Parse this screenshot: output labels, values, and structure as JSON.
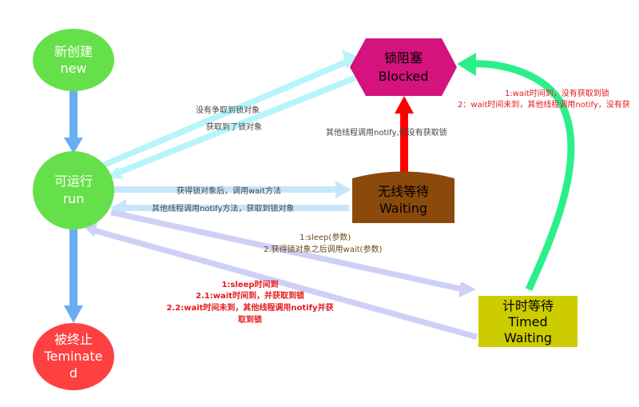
{
  "nodes": {
    "new": {
      "line1": "新创建",
      "line2": "new"
    },
    "run": {
      "line1": "可运行",
      "line2": "run"
    },
    "terminated": {
      "line1": "被终止",
      "line2": "Teminate",
      "line3": "d"
    },
    "blocked": {
      "line1": "锁阻塞",
      "line2": "Blocked"
    },
    "waiting": {
      "line1": "无线等待",
      "line2": "Waiting"
    },
    "timed": {
      "line1": "计时等待",
      "line2": "Timed",
      "line3": "Waiting"
    }
  },
  "edges": {
    "run_to_blocked": "没有争取到锁对象",
    "blocked_to_run": "获取到了锁对象",
    "run_to_waiting": "获得锁对象后，调用wait方法",
    "waiting_to_run": "其他线程调用notify方法，获取到锁对象",
    "waiting_to_blocked": "其他线程调用notify,但没有获取锁",
    "run_to_timed": {
      "line1": "1:sleep(参数)",
      "line2": "2.获得锁对象之后调用wait(参数)"
    },
    "timed_to_run": {
      "line1": "1:sleep时间到",
      "line2": "2.1:wait时间到，并获取到锁",
      "line3": "2.2:wait时间未到，其他线程调用notify并获",
      "line4": "取到锁"
    },
    "timed_to_blocked": {
      "line1": "1:wait时间到，没有获取到锁",
      "line2": "2：wait时间未到，其他线程调用notify，没有获"
    }
  },
  "colors": {
    "new": "#66e04a",
    "run": "#66e04a",
    "terminated": "#ff4040",
    "blocked": "#d4137f",
    "waiting": "#8b4a0c",
    "timed": "#cccc00",
    "arrow_blue": "#6aaef2",
    "arrow_lightblue": "#c7e6fb",
    "arrow_cyan": "#b7f5f9",
    "arrow_red": "#ff0000",
    "arrow_green": "#2bf08a",
    "arrow_lavender": "#cfd0f5"
  }
}
